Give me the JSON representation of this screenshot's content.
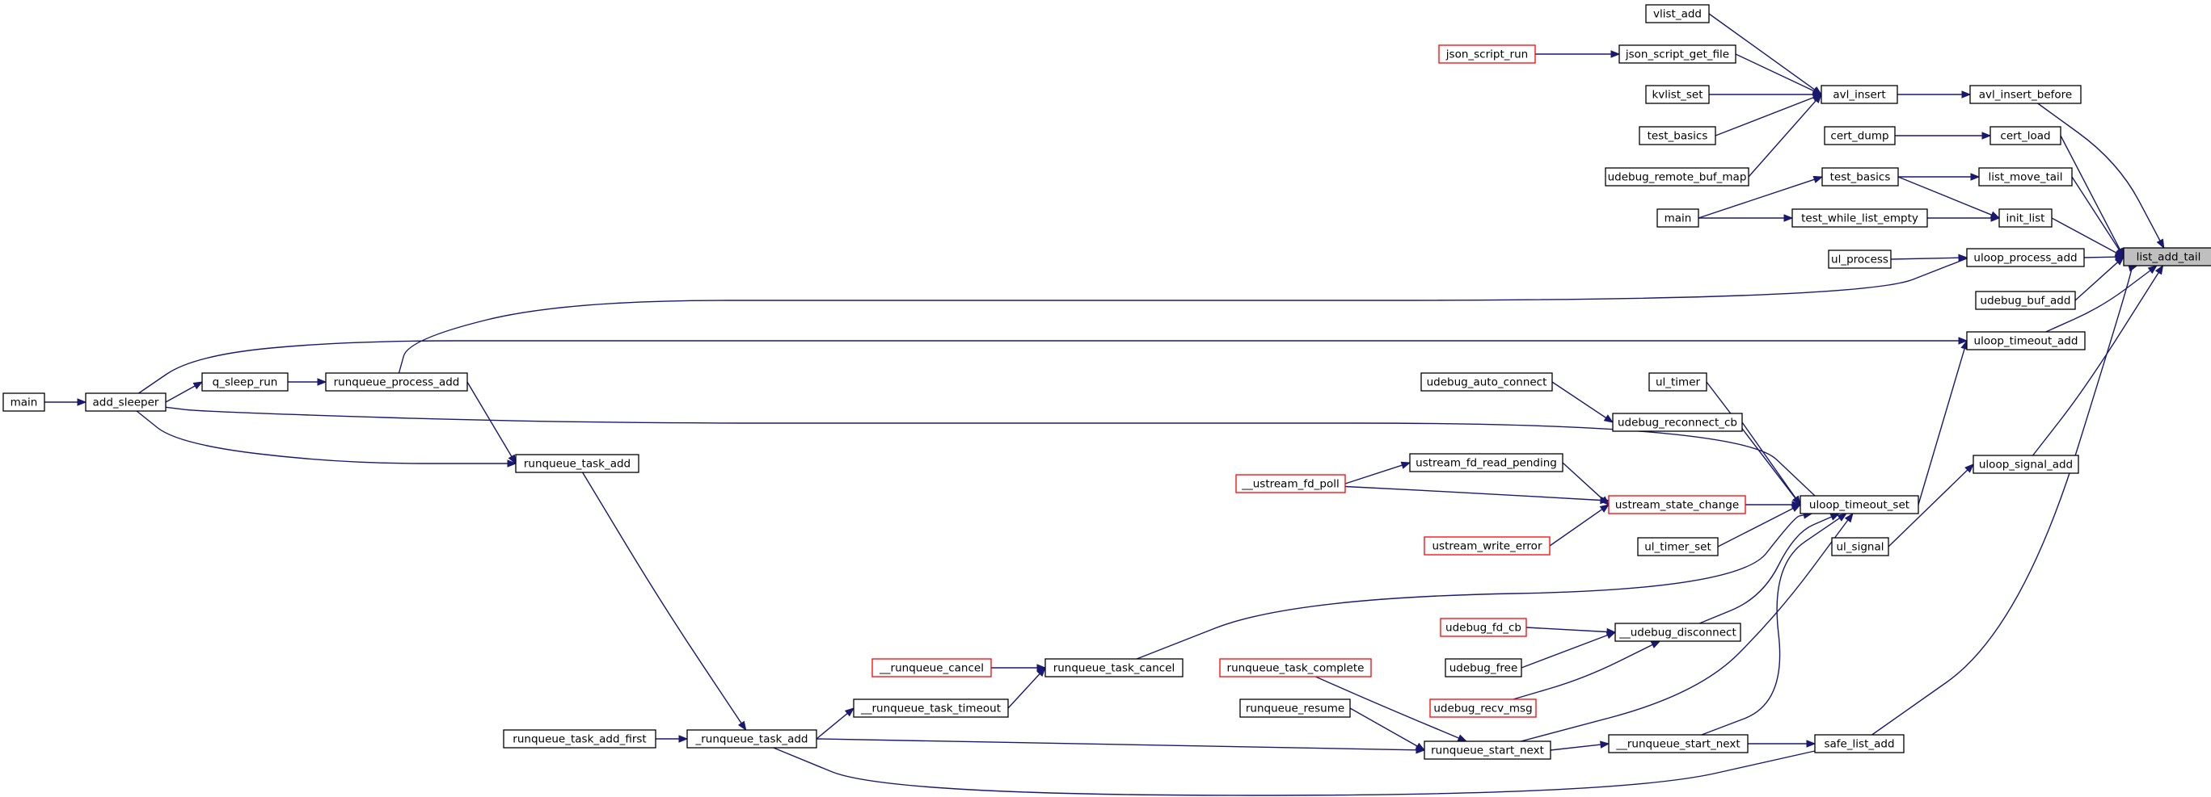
{
  "diagram": {
    "type": "call-graph",
    "focus_node": "list_add_tail",
    "colors": {
      "edge": "#191970",
      "node_border": "#000000",
      "truncated_node_border": "#ff0000",
      "focus_fill": "#bfbfbf",
      "background": "#ffffff"
    },
    "nodes": [
      {
        "id": "list_add_tail",
        "label": "list_add_tail",
        "focus": true
      },
      {
        "id": "avl_insert_before",
        "label": "avl_insert_before"
      },
      {
        "id": "cert_load",
        "label": "cert_load"
      },
      {
        "id": "list_move_tail",
        "label": "list_move_tail"
      },
      {
        "id": "init_list",
        "label": "init_list"
      },
      {
        "id": "uloop_process_add",
        "label": "uloop_process_add"
      },
      {
        "id": "udebug_buf_add",
        "label": "udebug_buf_add"
      },
      {
        "id": "uloop_timeout_add",
        "label": "uloop_timeout_add"
      },
      {
        "id": "uloop_signal_add",
        "label": "uloop_signal_add"
      },
      {
        "id": "safe_list_add",
        "label": "safe_list_add"
      },
      {
        "id": "avl_insert",
        "label": "avl_insert"
      },
      {
        "id": "cert_dump",
        "label": "cert_dump"
      },
      {
        "id": "test_basics_a",
        "label": "test_basics"
      },
      {
        "id": "test_while_list_empty",
        "label": "test_while_list_empty"
      },
      {
        "id": "ul_process",
        "label": "ul_process"
      },
      {
        "id": "uloop_timeout_set",
        "label": "uloop_timeout_set"
      },
      {
        "id": "ul_signal",
        "label": "ul_signal"
      },
      {
        "id": "vlist_add",
        "label": "vlist_add"
      },
      {
        "id": "json_script_get_file",
        "label": "json_script_get_file"
      },
      {
        "id": "json_script_run",
        "label": "json_script_run",
        "truncated": true
      },
      {
        "id": "kvlist_set",
        "label": "kvlist_set"
      },
      {
        "id": "test_basics_b",
        "label": "test_basics"
      },
      {
        "id": "udebug_remote_buf_map",
        "label": "udebug_remote_buf_map"
      },
      {
        "id": "main_top",
        "label": "main"
      },
      {
        "id": "ul_timer",
        "label": "ul_timer"
      },
      {
        "id": "udebug_auto_connect",
        "label": "udebug_auto_connect"
      },
      {
        "id": "udebug_reconnect_cb",
        "label": "udebug_reconnect_cb"
      },
      {
        "id": "ustream_fd_read_pending",
        "label": "ustream_fd_read_pending"
      },
      {
        "id": "ustream_fd_poll",
        "label": "__ustream_fd_poll",
        "truncated": true
      },
      {
        "id": "ustream_state_change",
        "label": "ustream_state_change",
        "truncated": true
      },
      {
        "id": "ustream_write_error",
        "label": "ustream_write_error",
        "truncated": true
      },
      {
        "id": "ul_timer_set",
        "label": "ul_timer_set"
      },
      {
        "id": "udebug_fd_cb",
        "label": "udebug_fd_cb",
        "truncated": true
      },
      {
        "id": "udebug_disconnect",
        "label": "__udebug_disconnect"
      },
      {
        "id": "udebug_free",
        "label": "udebug_free"
      },
      {
        "id": "udebug_recv_msg",
        "label": "udebug_recv_msg",
        "truncated": true
      },
      {
        "id": "runqueue_cancel",
        "label": "__runqueue_cancel",
        "truncated": true
      },
      {
        "id": "runqueue_task_cancel",
        "label": "runqueue_task_cancel"
      },
      {
        "id": "runqueue_task_complete",
        "label": "runqueue_task_complete",
        "truncated": true
      },
      {
        "id": "runqueue_task_timeout",
        "label": "__runqueue_task_timeout"
      },
      {
        "id": "runqueue_resume",
        "label": "runqueue_resume"
      },
      {
        "id": "runqueue_task_add_first",
        "label": "runqueue_task_add_first"
      },
      {
        "id": "runqueue_task_add_int",
        "label": "_runqueue_task_add"
      },
      {
        "id": "runqueue_start_next",
        "label": "runqueue_start_next"
      },
      {
        "id": "runqueue_start_next_int",
        "label": "__runqueue_start_next"
      },
      {
        "id": "main_left",
        "label": "main"
      },
      {
        "id": "add_sleeper",
        "label": "add_sleeper"
      },
      {
        "id": "q_sleep_run",
        "label": "q_sleep_run"
      },
      {
        "id": "runqueue_process_add",
        "label": "runqueue_process_add"
      },
      {
        "id": "runqueue_task_add",
        "label": "runqueue_task_add"
      }
    ],
    "edges": [
      {
        "from": "avl_insert_before",
        "to": "list_add_tail"
      },
      {
        "from": "cert_load",
        "to": "list_add_tail"
      },
      {
        "from": "list_move_tail",
        "to": "list_add_tail"
      },
      {
        "from": "init_list",
        "to": "list_add_tail"
      },
      {
        "from": "uloop_process_add",
        "to": "list_add_tail"
      },
      {
        "from": "udebug_buf_add",
        "to": "list_add_tail"
      },
      {
        "from": "uloop_timeout_add",
        "to": "list_add_tail"
      },
      {
        "from": "uloop_signal_add",
        "to": "list_add_tail"
      },
      {
        "from": "safe_list_add",
        "to": "list_add_tail"
      },
      {
        "from": "avl_insert",
        "to": "avl_insert_before"
      },
      {
        "from": "vlist_add",
        "to": "avl_insert"
      },
      {
        "from": "json_script_get_file",
        "to": "avl_insert"
      },
      {
        "from": "kvlist_set",
        "to": "avl_insert"
      },
      {
        "from": "test_basics_b",
        "to": "avl_insert"
      },
      {
        "from": "udebug_remote_buf_map",
        "to": "avl_insert"
      },
      {
        "from": "json_script_run",
        "to": "json_script_get_file"
      },
      {
        "from": "cert_dump",
        "to": "cert_load"
      },
      {
        "from": "test_basics_a",
        "to": "list_move_tail"
      },
      {
        "from": "test_basics_a",
        "to": "init_list"
      },
      {
        "from": "test_while_list_empty",
        "to": "init_list"
      },
      {
        "from": "main_top",
        "to": "test_basics_a"
      },
      {
        "from": "main_top",
        "to": "test_while_list_empty"
      },
      {
        "from": "ul_process",
        "to": "uloop_process_add"
      },
      {
        "from": "runqueue_process_add",
        "to": "uloop_process_add"
      },
      {
        "from": "add_sleeper",
        "to": "uloop_timeout_add"
      },
      {
        "from": "uloop_timeout_set",
        "to": "uloop_timeout_add"
      },
      {
        "from": "ul_signal",
        "to": "uloop_signal_add"
      },
      {
        "from": "runqueue_start_next_int",
        "to": "safe_list_add"
      },
      {
        "from": "runqueue_task_add_int",
        "to": "safe_list_add"
      },
      {
        "from": "ul_timer",
        "to": "uloop_timeout_set"
      },
      {
        "from": "udebug_reconnect_cb",
        "to": "uloop_timeout_set"
      },
      {
        "from": "ustream_state_change",
        "to": "uloop_timeout_set"
      },
      {
        "from": "ul_timer_set",
        "to": "uloop_timeout_set"
      },
      {
        "from": "udebug_disconnect",
        "to": "uloop_timeout_set"
      },
      {
        "from": "runqueue_task_cancel",
        "to": "uloop_timeout_set"
      },
      {
        "from": "runqueue_start_next",
        "to": "uloop_timeout_set"
      },
      {
        "from": "runqueue_start_next_int",
        "to": "uloop_timeout_set"
      },
      {
        "from": "add_sleeper",
        "to": "uloop_timeout_set"
      },
      {
        "from": "udebug_auto_connect",
        "to": "udebug_reconnect_cb"
      },
      {
        "from": "ustream_fd_read_pending",
        "to": "ustream_state_change"
      },
      {
        "from": "ustream_fd_poll",
        "to": "ustream_fd_read_pending"
      },
      {
        "from": "ustream_fd_poll",
        "to": "ustream_state_change"
      },
      {
        "from": "ustream_write_error",
        "to": "ustream_state_change"
      },
      {
        "from": "udebug_fd_cb",
        "to": "udebug_disconnect"
      },
      {
        "from": "udebug_free",
        "to": "udebug_disconnect"
      },
      {
        "from": "udebug_recv_msg",
        "to": "udebug_disconnect"
      },
      {
        "from": "runqueue_cancel",
        "to": "runqueue_task_cancel"
      },
      {
        "from": "runqueue_task_timeout",
        "to": "runqueue_task_cancel"
      },
      {
        "from": "runqueue_task_complete",
        "to": "runqueue_start_next"
      },
      {
        "from": "runqueue_resume",
        "to": "runqueue_start_next"
      },
      {
        "from": "runqueue_task_add_int",
        "to": "runqueue_start_next"
      },
      {
        "from": "runqueue_start_next",
        "to": "runqueue_start_next_int"
      },
      {
        "from": "runqueue_task_add_int",
        "to": "runqueue_task_timeout"
      },
      {
        "from": "runqueue_task_add_first",
        "to": "runqueue_task_add_int"
      },
      {
        "from": "runqueue_task_add",
        "to": "runqueue_task_add_int"
      },
      {
        "from": "main_left",
        "to": "add_sleeper"
      },
      {
        "from": "add_sleeper",
        "to": "q_sleep_run"
      },
      {
        "from": "q_sleep_run",
        "to": "runqueue_process_add"
      },
      {
        "from": "runqueue_process_add",
        "to": "runqueue_task_add"
      },
      {
        "from": "add_sleeper",
        "to": "runqueue_task_add"
      }
    ]
  }
}
